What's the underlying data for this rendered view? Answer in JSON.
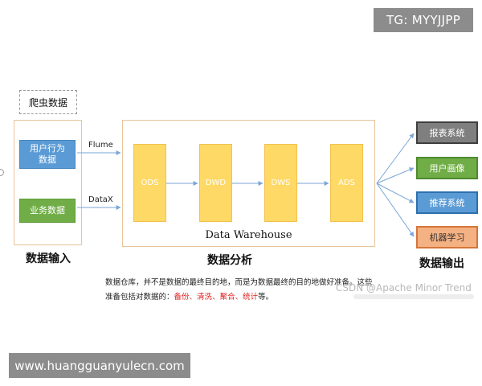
{
  "watermark_top": "TG: MYYJJPP",
  "crawler": {
    "label": "爬虫数据"
  },
  "sources": {
    "user_behavior_line1": "用户行为",
    "user_behavior_line2": "数据",
    "business": "业务数据",
    "flume": "Flume",
    "datax": "DataX"
  },
  "warehouse": {
    "title": "Data Warehouse",
    "layers": [
      "ODS",
      "DWD",
      "DWS",
      "ADS"
    ]
  },
  "outputs": [
    "报表系统",
    "用户画像",
    "推荐系统",
    "机器学习"
  ],
  "sections": {
    "input": "数据输入",
    "analysis": "数据分析",
    "output": "数据输出"
  },
  "description": {
    "line1": "数据仓库，并不是数据的最终目的地，而是为数据最终的目的地做好准备。这些",
    "line2_prefix": "准备包括对数据的：",
    "line2_items": [
      "备份",
      "清洗",
      "聚合",
      "统计"
    ],
    "line2_sep": "、",
    "line2_suffix": "等。"
  },
  "watermark_csdn": "CSDN @Apache Minor Trend",
  "watermark_bottom": "www.huangguanyulecn.com",
  "colors": {
    "frame": "#e8c49a",
    "layer": "#ffd966",
    "user_behavior": "#5b9bd5",
    "business": "#70ad47",
    "arrow": "#7aa6d6",
    "highlight": "#e02020"
  }
}
